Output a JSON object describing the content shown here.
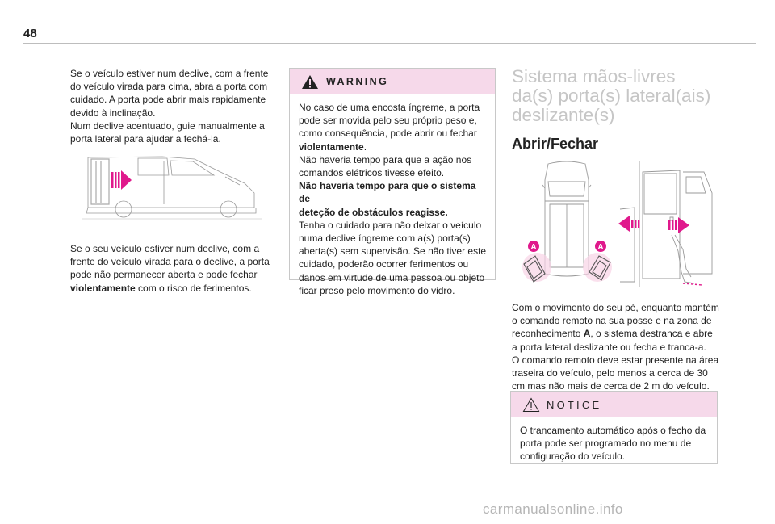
{
  "page": {
    "number": "48"
  },
  "column1": {
    "para1_lines": [
      "Se o veículo estiver num declive, com a frente",
      "do veículo virada para cima, abra a porta com",
      "cuidado. A porta pode abrir mais rapidamente",
      "devido à inclinação.",
      "Num declive acentuado, guie manualmente a",
      "porta lateral para ajudar a fechá-la."
    ],
    "para2_lines": [
      "Se o seu veículo estiver num declive, com a",
      "frente do veículo virada para o declive, a porta",
      "pode não permanecer aberta e pode fechar"
    ],
    "para2_bold": "violentamente",
    "para2_end": " com o risco de ferimentos."
  },
  "warning": {
    "title": "WARNING",
    "lines_a": [
      "No caso de uma encosta íngreme, a porta",
      "pode ser movida pelo seu próprio peso e,",
      "como consequência, pode abrir ou fechar"
    ],
    "bold_a": "violentamente",
    "after_bold_a": ".",
    "lines_b": [
      "Não haveria tempo para que a ação nos",
      "comandos elétricos tivesse efeito."
    ],
    "bold_b_lines": [
      "Não haveria tempo para que o sistema de",
      "deteção de obstáculos reagisse."
    ],
    "lines_c": [
      "Tenha o cuidado para não deixar o veículo",
      "numa declive íngreme com a(s) porta(s)",
      "aberta(s) sem supervisão. Se não tiver este",
      "cuidado, poderão ocorrer ferimentos ou",
      "danos em virtude de uma pessoa ou objeto",
      "ficar preso pelo movimento do vidro."
    ]
  },
  "column3": {
    "heading_lines": [
      "Sistema mãos-livres",
      "da(s) porta(s) lateral(ais)",
      "deslizante(s)"
    ],
    "subheading": "Abrir/Fechar",
    "marker_label": "A",
    "para_lines_a": [
      "Com o movimento do seu pé, enquanto mantém",
      "o comando remoto na sua posse e na zona de"
    ],
    "para_line_b_start": "reconhecimento  ",
    "para_line_b_bold": "A",
    "para_line_b_end": ", o sistema destranca e abre",
    "para_lines_c": [
      "a porta lateral deslizante ou fecha e tranca-a.",
      "O comando remoto deve estar presente na área",
      "traseira do veículo, pelo menos a cerca de 30",
      "cm mas não mais de cerca de 2 m do veículo."
    ]
  },
  "notice": {
    "title": "NOTICE",
    "lines": [
      "O trancamento automático após o fecho da",
      "porta pode ser programado no menu de",
      "configuração do veículo."
    ]
  },
  "watermark": "carmanualsonline.info",
  "icons": {
    "warning": "warning-triangle-icon",
    "notice": "notice-triangle-icon"
  },
  "colors": {
    "box_header": "#f6d9ea",
    "accent_pink": "#e0198c",
    "heading_gray": "#c6c6c6"
  }
}
